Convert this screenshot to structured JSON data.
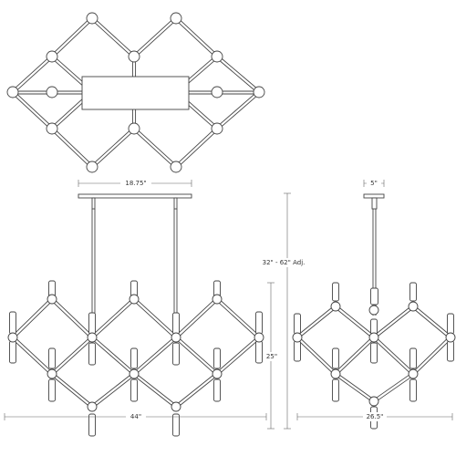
{
  "dimensions": {
    "top_width": "18.75\"",
    "canopy_side": "5\"",
    "drop": "32\" - 62\" Adj.",
    "height": "25\"",
    "length": "44\"",
    "depth": "26.5\""
  },
  "colors": {
    "line": "#444444",
    "background": "#ffffff"
  }
}
